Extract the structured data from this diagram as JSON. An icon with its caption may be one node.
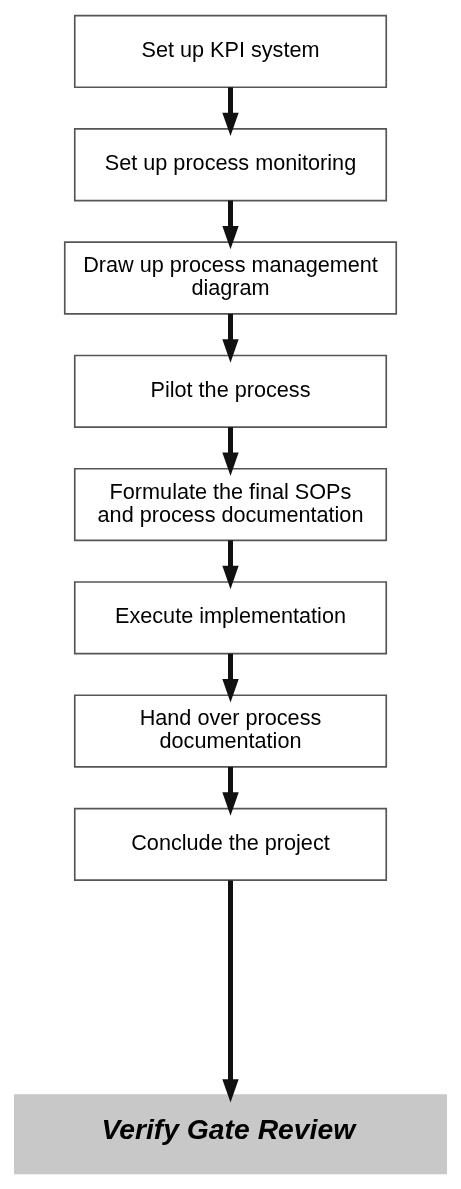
{
  "diagram": {
    "nodes": [
      {
        "text": [
          "Set up KPI system"
        ]
      },
      {
        "text": [
          "Set up process monitoring"
        ]
      },
      {
        "text": [
          "Draw up process management diagram"
        ]
      },
      {
        "text": [
          "Pilot the process"
        ]
      },
      {
        "text": [
          "Formulate the final SOPs and process documentation"
        ]
      },
      {
        "text": [
          "Execute implementation"
        ]
      },
      {
        "text": [
          "Hand over process documentation"
        ]
      },
      {
        "text": [
          "Conclude the project"
        ]
      },
      {
        "text": [
          "Verify Gate Review"
        ]
      }
    ],
    "edges": [
      {
        "from": 0,
        "to": 1,
        "arrow": "to"
      },
      {
        "from": 1,
        "to": 2,
        "arrow": "to"
      },
      {
        "from": 2,
        "to": 3,
        "arrow": "to"
      },
      {
        "from": 3,
        "to": 4,
        "arrow": "to"
      },
      {
        "from": 4,
        "to": 5,
        "arrow": "to"
      },
      {
        "from": 5,
        "to": 6,
        "arrow": "to"
      },
      {
        "from": 6,
        "to": 7,
        "arrow": "to"
      },
      {
        "from": 7,
        "to": 8,
        "arrow": "to"
      }
    ]
  }
}
